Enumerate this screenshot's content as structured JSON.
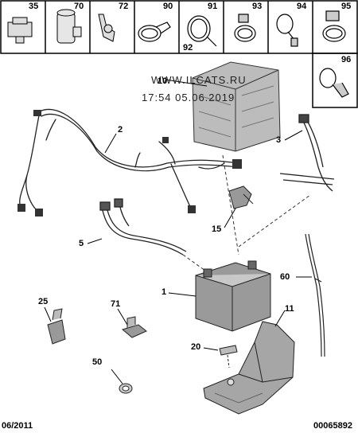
{
  "header_parts": [
    {
      "label": "35"
    },
    {
      "label": "70"
    },
    {
      "label": "72"
    },
    {
      "label": "90"
    },
    {
      "label": "91"
    },
    {
      "label": "92"
    },
    {
      "label": "93"
    },
    {
      "label": "94"
    },
    {
      "label": "95"
    },
    {
      "label": "96"
    }
  ],
  "callouts": {
    "c1": "1",
    "c2": "2",
    "c3": "3",
    "c5": "5",
    "c10": "10",
    "c11": "11",
    "c15": "15",
    "c20": "20",
    "c25": "25",
    "c50": "50",
    "c60": "60",
    "c71": "71"
  },
  "watermark": {
    "line1": "WWW.ILCATS.RU",
    "line2": "17:54 05.06.2019"
  },
  "footer": {
    "date": "06/2011",
    "code": "00065892"
  }
}
